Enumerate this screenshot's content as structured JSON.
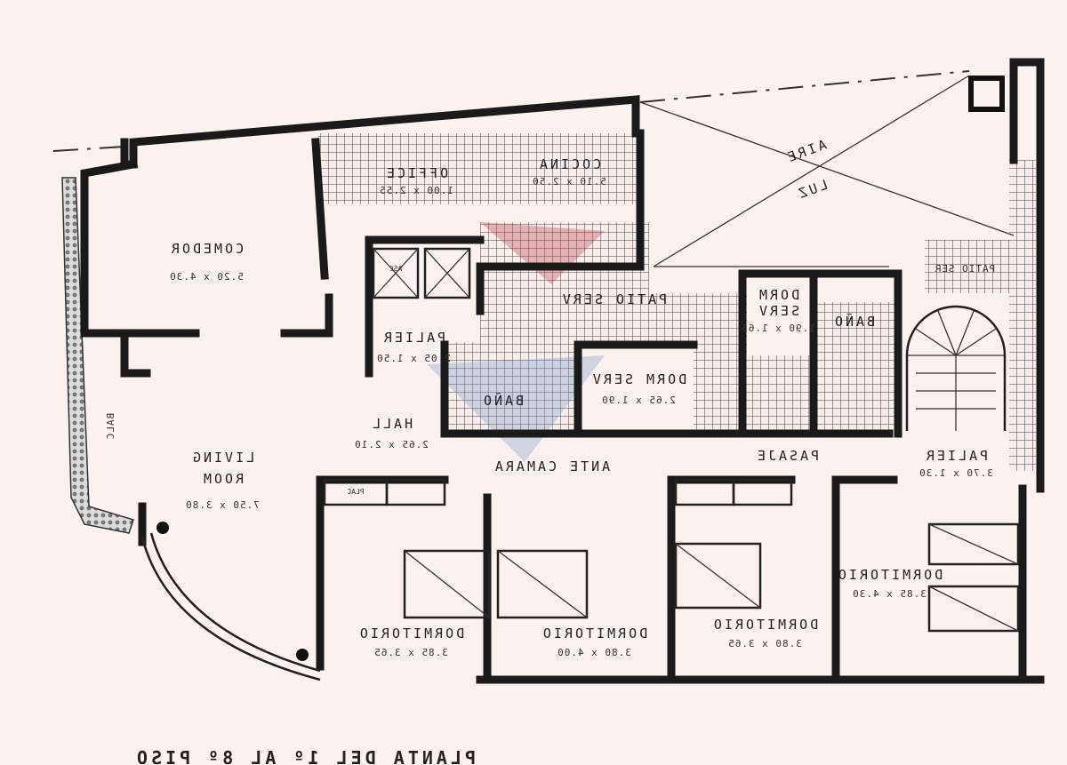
{
  "title": "PLANTA DEL 1º AL 8º PISO",
  "rooms": {
    "comedor": {
      "name": "COMEDOR",
      "dims": "5.20 x 4.30"
    },
    "cocina": {
      "name": "COCINA",
      "dims": "5.10 x 2.50"
    },
    "office": {
      "name": "OFFICE",
      "dims": "1.00 x 2.55"
    },
    "aire": "AIRE",
    "luz": "LUZ",
    "patio_serv": "PATIO SERV",
    "palier1": {
      "name": "PALIER",
      "dims": "2.05 x 1.50"
    },
    "dorm_serv_small": {
      "name1": "DORM",
      "name2": "SERV",
      "dims": "1.90 x 1.65"
    },
    "bano_right": "BAÑO",
    "bano_center": "BAÑO",
    "dorm_serv": {
      "name": "DORM SERV",
      "dims": "2.65 x 1.90"
    },
    "patio_ser_right": "PATIO SER",
    "hall": {
      "name": "HALL",
      "dims": "2.65 x 2.10"
    },
    "living": {
      "name1": "LIVING",
      "name2": "ROOM",
      "dims": "7.50 x 3.80"
    },
    "balc": "BALC",
    "ante_camara": "ANTE CAMARA",
    "pasaje": "PASAJE",
    "palier2": {
      "name": "PALIER",
      "dims": "3.70 x 1.30"
    },
    "dorm1": {
      "name": "DORMITORIO",
      "dims": "3.85 x 3.65"
    },
    "dorm2": {
      "name": "DORMITORIO",
      "dims": "3.80 x 4.00"
    },
    "dorm3": {
      "name": "DORMITORIO",
      "dims": "3.80 x 3.65"
    },
    "dorm4": {
      "name": "DORMITORIO",
      "dims": "3.85 x 4.30"
    },
    "asc": "ASC",
    "plac": "PLAC"
  },
  "colors": {
    "paper": "#fbf2f0",
    "ink": "#1a1a1a",
    "watermark_red": "#c0404a",
    "watermark_blue": "#7f9cc8"
  }
}
